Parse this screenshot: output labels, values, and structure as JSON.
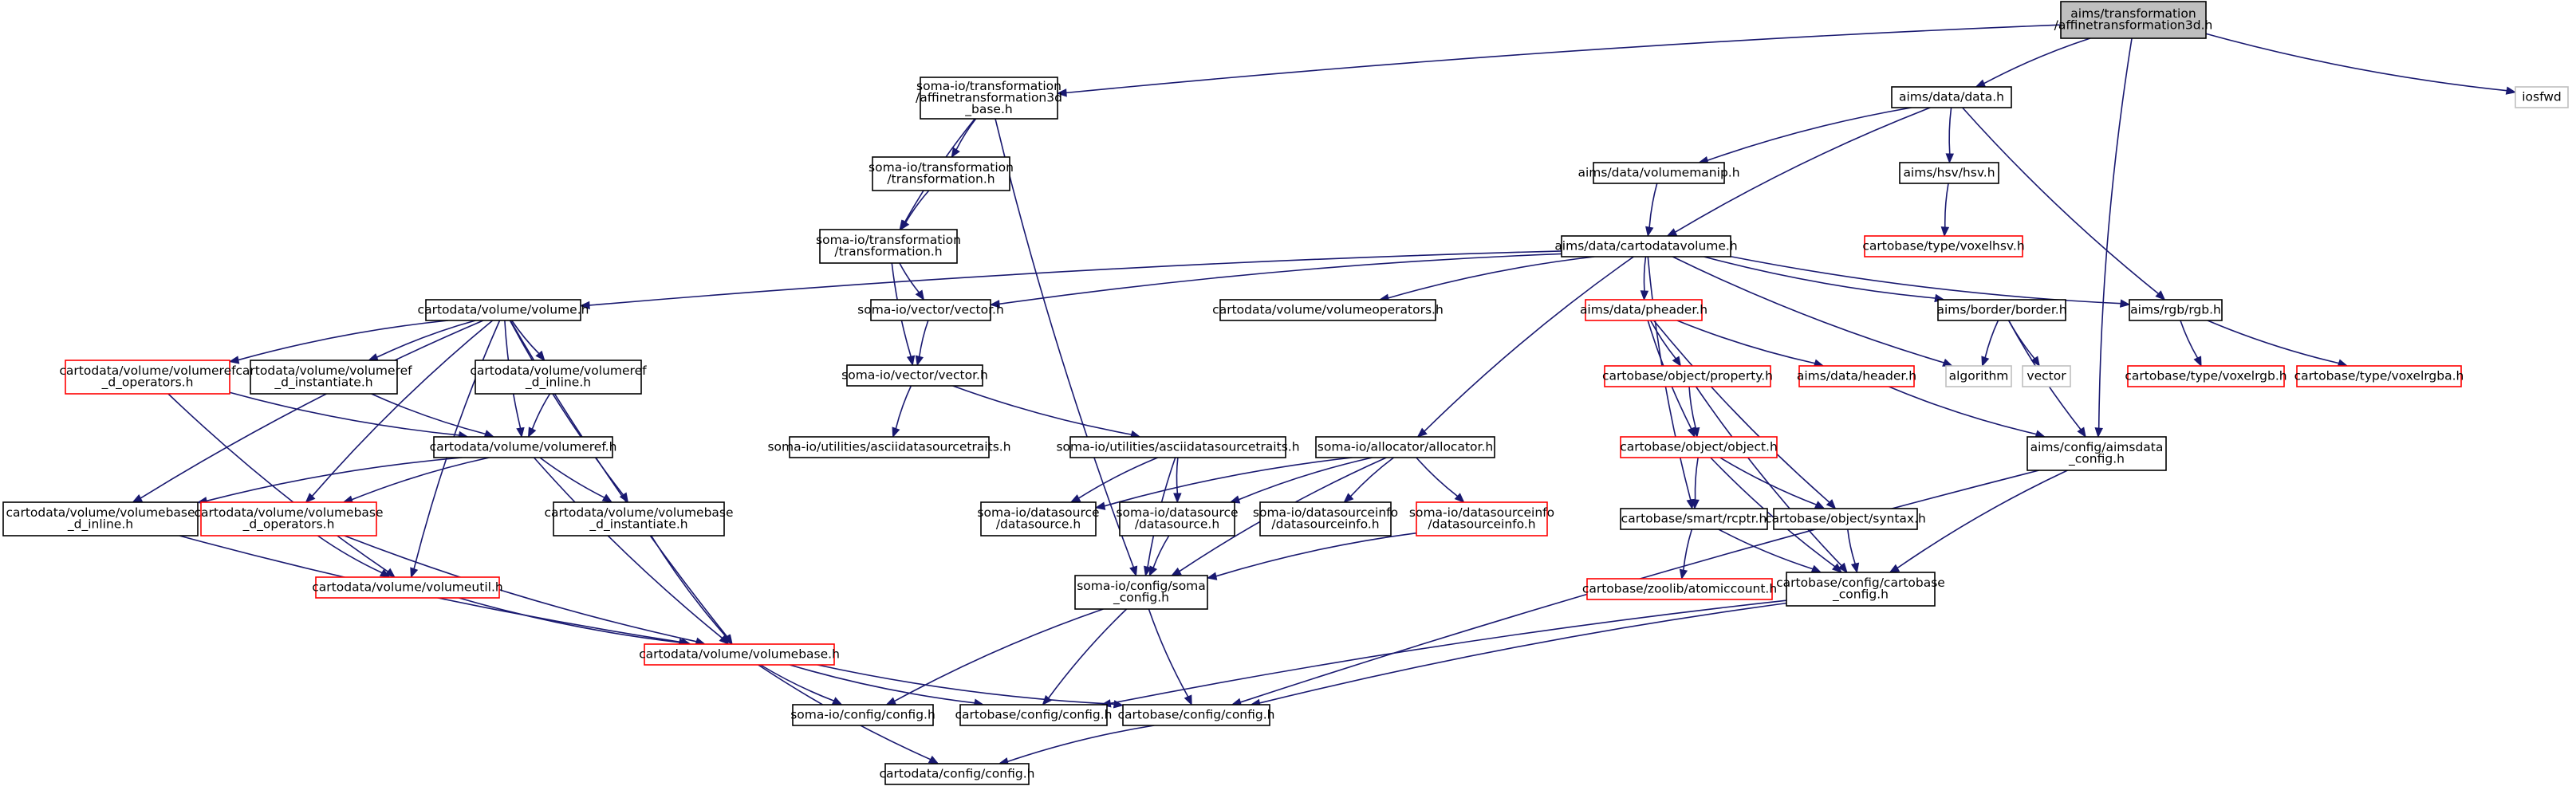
{
  "title": "",
  "colors": {
    "edge": "#191970",
    "normal_border": "#000000",
    "missing_border": "#ff0000",
    "system_border": "#bfbfbf",
    "root_fill": "#bfbfbf",
    "fill": "#ffffff"
  },
  "nodes": [
    {
      "id": "root",
      "lines": [
        "aims/transformation",
        "/affinetransformation3d.h"
      ],
      "kind": "root"
    },
    {
      "id": "aff_base",
      "lines": [
        "soma-io/transformation",
        "/affinetransformation3d",
        "_base.h"
      ],
      "kind": "normal"
    },
    {
      "id": "trans_a",
      "lines": [
        "soma-io/transformation",
        "/transformation.h"
      ],
      "kind": "normal"
    },
    {
      "id": "trans_b",
      "lines": [
        "soma-io/transformation",
        "/transformation.h"
      ],
      "kind": "normal"
    },
    {
      "id": "vector_a",
      "lines": [
        "soma-io/vector/vector.h"
      ],
      "kind": "normal"
    },
    {
      "id": "vector_b",
      "lines": [
        "soma-io/vector/vector.h"
      ],
      "kind": "normal"
    },
    {
      "id": "ascii_a",
      "lines": [
        "soma-io/utilities/asciidatasourcetraits.h"
      ],
      "kind": "normal"
    },
    {
      "id": "ascii_b",
      "lines": [
        "soma-io/utilities/asciidatasourcetraits.h"
      ],
      "kind": "normal"
    },
    {
      "id": "ds_a",
      "lines": [
        "soma-io/datasource",
        "/datasource.h"
      ],
      "kind": "normal"
    },
    {
      "id": "ds_b",
      "lines": [
        "soma-io/datasource",
        "/datasource.h"
      ],
      "kind": "normal"
    },
    {
      "id": "dsinfo_a",
      "lines": [
        "soma-io/datasourceinfo",
        "/datasourceinfo.h"
      ],
      "kind": "normal"
    },
    {
      "id": "dsinfo_b",
      "lines": [
        "soma-io/datasourceinfo",
        "/datasourceinfo.h"
      ],
      "kind": "missing"
    },
    {
      "id": "allocator",
      "lines": [
        "soma-io/allocator/allocator.h"
      ],
      "kind": "normal"
    },
    {
      "id": "soma_config",
      "lines": [
        "soma-io/config/soma",
        "_config.h"
      ],
      "kind": "normal"
    },
    {
      "id": "somaio_config",
      "lines": [
        "soma-io/config/config.h"
      ],
      "kind": "normal"
    },
    {
      "id": "cb_config_a",
      "lines": [
        "cartobase/config/config.h"
      ],
      "kind": "normal"
    },
    {
      "id": "cb_config_b",
      "lines": [
        "cartobase/config/config.h"
      ],
      "kind": "normal"
    },
    {
      "id": "cd_config",
      "lines": [
        "cartodata/config/config.h"
      ],
      "kind": "normal"
    },
    {
      "id": "volume",
      "lines": [
        "cartodata/volume/volume.h"
      ],
      "kind": "normal"
    },
    {
      "id": "vr_ops",
      "lines": [
        "cartodata/volume/volumeref",
        "_d_operators.h"
      ],
      "kind": "missing"
    },
    {
      "id": "vr_inst",
      "lines": [
        "cartodata/volume/volumeref",
        "_d_instantiate.h"
      ],
      "kind": "normal"
    },
    {
      "id": "vr_inline",
      "lines": [
        "cartodata/volume/volumeref",
        "_d_inline.h"
      ],
      "kind": "normal"
    },
    {
      "id": "volumeref",
      "lines": [
        "cartodata/volume/volumeref.h"
      ],
      "kind": "normal"
    },
    {
      "id": "vb_inline",
      "lines": [
        "cartodata/volume/volumebase",
        "_d_inline.h"
      ],
      "kind": "normal"
    },
    {
      "id": "vb_ops",
      "lines": [
        "cartodata/volume/volumebase",
        "_d_operators.h"
      ],
      "kind": "missing"
    },
    {
      "id": "vb_inst",
      "lines": [
        "cartodata/volume/volumebase",
        "_d_instantiate.h"
      ],
      "kind": "normal"
    },
    {
      "id": "volumeutil",
      "lines": [
        "cartodata/volume/volumeutil.h"
      ],
      "kind": "missing"
    },
    {
      "id": "volumebase",
      "lines": [
        "cartodata/volume/volumebase.h"
      ],
      "kind": "missing"
    },
    {
      "id": "volops",
      "lines": [
        "cartodata/volume/volumeoperators.h"
      ],
      "kind": "normal"
    },
    {
      "id": "data",
      "lines": [
        "aims/data/data.h"
      ],
      "kind": "normal"
    },
    {
      "id": "volmanip",
      "lines": [
        "aims/data/volumemanip.h"
      ],
      "kind": "normal"
    },
    {
      "id": "hsv",
      "lines": [
        "aims/hsv/hsv.h"
      ],
      "kind": "normal"
    },
    {
      "id": "voxelhsv",
      "lines": [
        "cartobase/type/voxelhsv.h"
      ],
      "kind": "missing"
    },
    {
      "id": "cartovol",
      "lines": [
        "aims/data/cartodatavolume.h"
      ],
      "kind": "normal"
    },
    {
      "id": "pheader",
      "lines": [
        "aims/data/pheader.h"
      ],
      "kind": "missing"
    },
    {
      "id": "property",
      "lines": [
        "cartobase/object/property.h"
      ],
      "kind": "missing"
    },
    {
      "id": "header",
      "lines": [
        "aims/data/header.h"
      ],
      "kind": "missing"
    },
    {
      "id": "object",
      "lines": [
        "cartobase/object/object.h"
      ],
      "kind": "missing"
    },
    {
      "id": "rcptr",
      "lines": [
        "cartobase/smart/rcptr.h"
      ],
      "kind": "normal"
    },
    {
      "id": "syntax",
      "lines": [
        "cartobase/object/syntax.h"
      ],
      "kind": "normal"
    },
    {
      "id": "atomic",
      "lines": [
        "cartobase/zoolib/atomiccount.h"
      ],
      "kind": "missing"
    },
    {
      "id": "cb_cartobase_config",
      "lines": [
        "cartobase/config/cartobase",
        "_config.h"
      ],
      "kind": "normal"
    },
    {
      "id": "border",
      "lines": [
        "aims/border/border.h"
      ],
      "kind": "normal"
    },
    {
      "id": "algorithm",
      "lines": [
        "algorithm"
      ],
      "kind": "system"
    },
    {
      "id": "vector_std",
      "lines": [
        "vector"
      ],
      "kind": "system"
    },
    {
      "id": "aimsdata_config",
      "lines": [
        "aims/config/aimsdata",
        "_config.h"
      ],
      "kind": "normal"
    },
    {
      "id": "rgb",
      "lines": [
        "aims/rgb/rgb.h"
      ],
      "kind": "normal"
    },
    {
      "id": "voxelrgb",
      "lines": [
        "cartobase/type/voxelrgb.h"
      ],
      "kind": "missing"
    },
    {
      "id": "voxelrgba",
      "lines": [
        "cartobase/type/voxelrgba.h"
      ],
      "kind": "missing"
    },
    {
      "id": "iosfwd",
      "lines": [
        "iosfwd"
      ],
      "kind": "system"
    }
  ],
  "edges": [
    [
      "root",
      "aff_base"
    ],
    [
      "root",
      "data"
    ],
    [
      "root",
      "iosfwd"
    ],
    [
      "root",
      "aimsdata_config"
    ],
    [
      "aff_base",
      "trans_a"
    ],
    [
      "aff_base",
      "trans_b"
    ],
    [
      "aff_base",
      "soma_config"
    ],
    [
      "trans_a",
      "trans_b"
    ],
    [
      "trans_b",
      "vector_a"
    ],
    [
      "trans_b",
      "vector_b"
    ],
    [
      "vector_a",
      "vector_b"
    ],
    [
      "vector_b",
      "ascii_a"
    ],
    [
      "vector_b",
      "ascii_b"
    ],
    [
      "ascii_b",
      "ds_a"
    ],
    [
      "ascii_b",
      "ds_b"
    ],
    [
      "ascii_b",
      "soma_config"
    ],
    [
      "allocator",
      "ds_a"
    ],
    [
      "allocator",
      "ds_b"
    ],
    [
      "allocator",
      "dsinfo_a"
    ],
    [
      "allocator",
      "dsinfo_b"
    ],
    [
      "allocator",
      "soma_config"
    ],
    [
      "ds_b",
      "soma_config"
    ],
    [
      "dsinfo_b",
      "soma_config"
    ],
    [
      "soma_config",
      "somaio_config"
    ],
    [
      "soma_config",
      "cb_config_a"
    ],
    [
      "soma_config",
      "cb_config_b"
    ],
    [
      "data",
      "volmanip"
    ],
    [
      "data",
      "hsv"
    ],
    [
      "data",
      "cartovol"
    ],
    [
      "data",
      "rgb"
    ],
    [
      "volmanip",
      "cartovol"
    ],
    [
      "hsv",
      "voxelhsv"
    ],
    [
      "cartovol",
      "volume"
    ],
    [
      "cartovol",
      "vector_a"
    ],
    [
      "cartovol",
      "volops"
    ],
    [
      "cartovol",
      "allocator"
    ],
    [
      "cartovol",
      "pheader"
    ],
    [
      "cartovol",
      "rcptr"
    ],
    [
      "cartovol",
      "algorithm"
    ],
    [
      "cartovol",
      "border"
    ],
    [
      "cartovol",
      "rgb"
    ],
    [
      "volume",
      "vr_ops"
    ],
    [
      "volume",
      "vr_inst"
    ],
    [
      "volume",
      "vr_inline"
    ],
    [
      "volume",
      "volumeref"
    ],
    [
      "volume",
      "vb_inline"
    ],
    [
      "volume",
      "vb_ops"
    ],
    [
      "volume",
      "vb_inst"
    ],
    [
      "volume",
      "volumeutil"
    ],
    [
      "volume",
      "volumebase"
    ],
    [
      "vr_ops",
      "volumeref"
    ],
    [
      "vr_ops",
      "volumeutil"
    ],
    [
      "vr_inst",
      "volumeref"
    ],
    [
      "vr_inline",
      "volumeref"
    ],
    [
      "volumeref",
      "vb_inline"
    ],
    [
      "volumeref",
      "vb_ops"
    ],
    [
      "volumeref",
      "vb_inst"
    ],
    [
      "volumeref",
      "volumebase"
    ],
    [
      "vb_inline",
      "volumebase"
    ],
    [
      "vb_ops",
      "volumeutil"
    ],
    [
      "vb_ops",
      "volumebase"
    ],
    [
      "vb_inst",
      "volumebase"
    ],
    [
      "volumeutil",
      "volumebase"
    ],
    [
      "volumebase",
      "somaio_config"
    ],
    [
      "volumebase",
      "cb_config_a"
    ],
    [
      "volumebase",
      "cb_config_b"
    ],
    [
      "volumebase",
      "cd_config"
    ],
    [
      "cb_config_b",
      "cd_config"
    ],
    [
      "pheader",
      "property"
    ],
    [
      "pheader",
      "header"
    ],
    [
      "pheader",
      "object"
    ],
    [
      "pheader",
      "syntax"
    ],
    [
      "property",
      "object"
    ],
    [
      "property",
      "cb_cartobase_config"
    ],
    [
      "object",
      "rcptr"
    ],
    [
      "object",
      "syntax"
    ],
    [
      "object",
      "cb_cartobase_config"
    ],
    [
      "header",
      "aimsdata_config"
    ],
    [
      "rcptr",
      "atomic"
    ],
    [
      "rcptr",
      "cb_cartobase_config"
    ],
    [
      "syntax",
      "cb_cartobase_config"
    ],
    [
      "cb_cartobase_config",
      "cb_config_a"
    ],
    [
      "cb_cartobase_config",
      "cb_config_b"
    ],
    [
      "border",
      "algorithm"
    ],
    [
      "border",
      "vector_std"
    ],
    [
      "border",
      "aimsdata_config"
    ],
    [
      "aimsdata_config",
      "cb_cartobase_config"
    ],
    [
      "aimsdata_config",
      "cb_config_b"
    ],
    [
      "rgb",
      "voxelrgb"
    ],
    [
      "rgb",
      "voxelrgba"
    ]
  ]
}
